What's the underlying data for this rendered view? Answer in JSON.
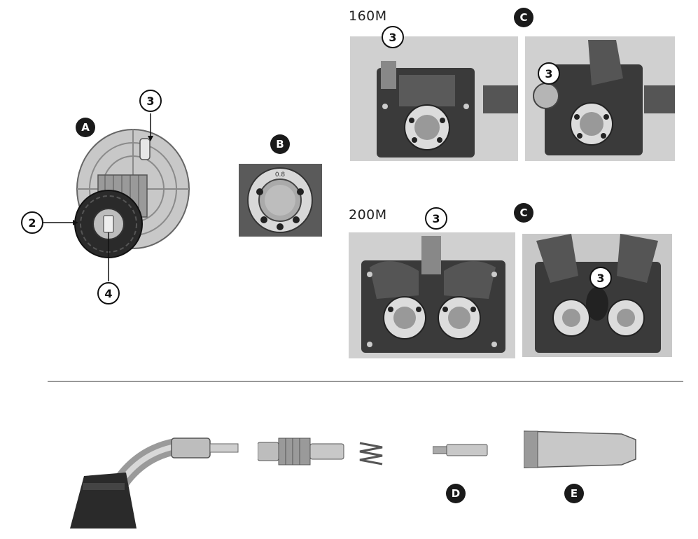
{
  "figure": {
    "panel_a": {
      "badge": "A",
      "callouts": [
        "3",
        "2",
        "4"
      ]
    },
    "panel_b": {
      "badge": "B",
      "roller_marking": "0.8"
    },
    "model_160m": {
      "label": "160M",
      "callout_left": "3",
      "badge_c": "C",
      "callout_right": "3"
    },
    "model_200m": {
      "label": "200M",
      "callout_left": "3",
      "badge_c": "C",
      "callout_right": "3"
    },
    "torch_parts": {
      "badge_d": "D",
      "badge_e": "E"
    }
  },
  "colors": {
    "badge_fill": "#1a1a1a",
    "photo_gray": "#cfcfcf",
    "plate_dark": "#3a3a3a"
  }
}
